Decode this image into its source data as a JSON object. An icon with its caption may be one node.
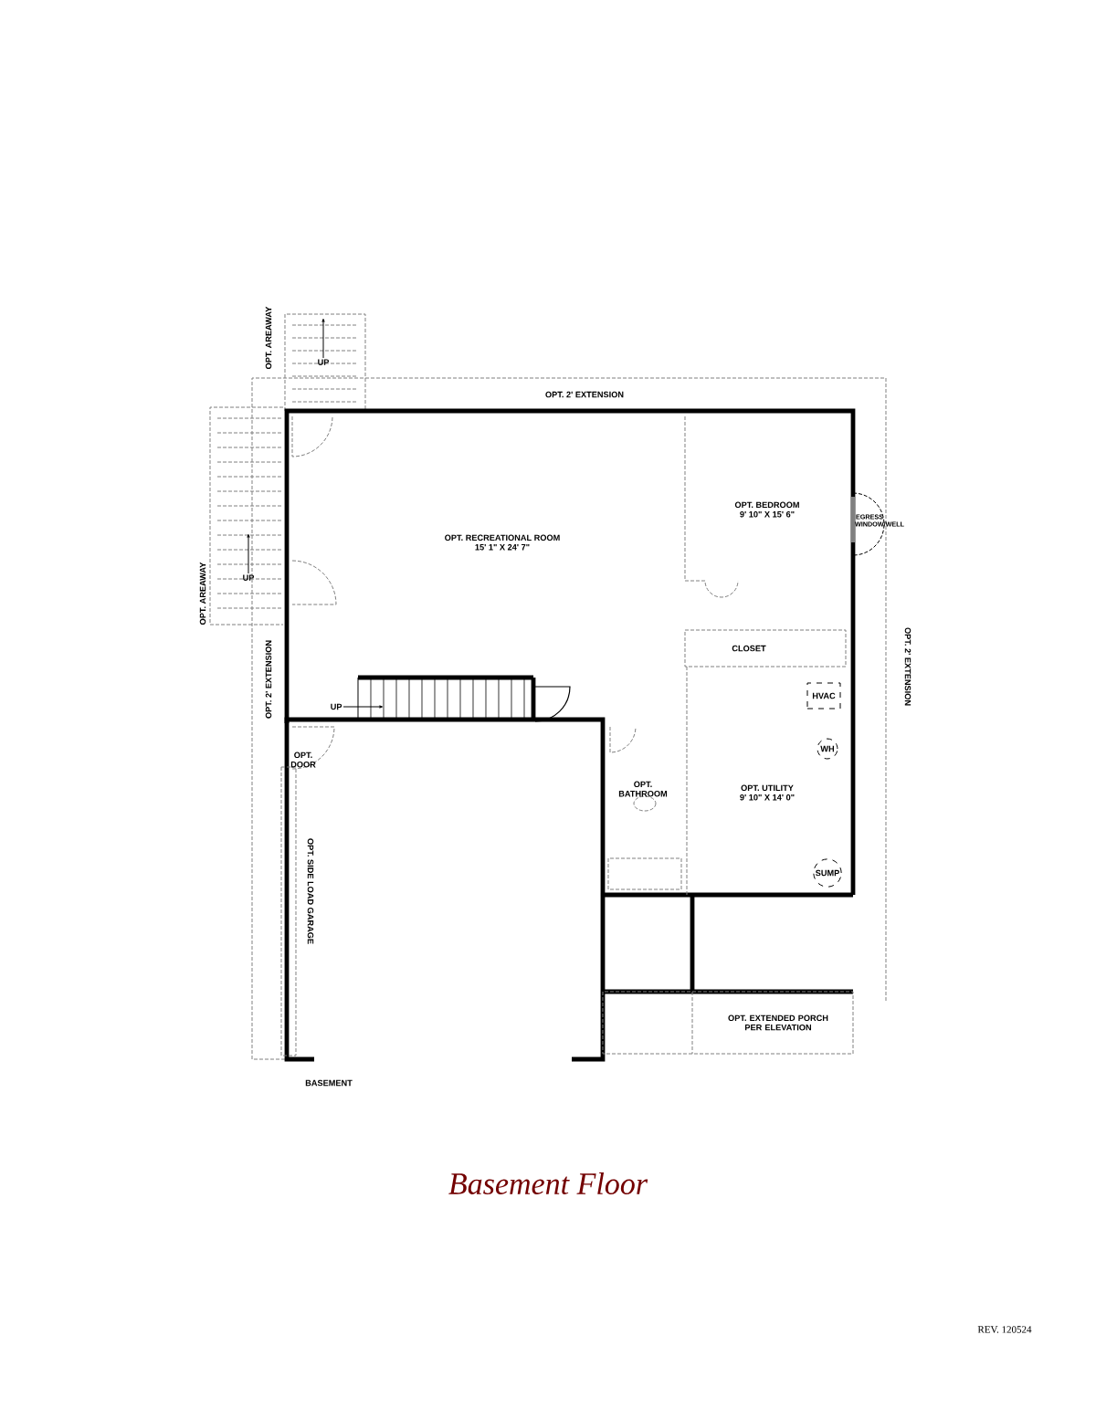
{
  "diagram": {
    "nodes": [
      {
        "text": [
          "OPT. RECREATIONAL ROOM",
          "15' 1\" X 24' 7\""
        ]
      },
      {
        "text": [
          "OPT. BEDROOM",
          "9' 10\" X 15' 6\""
        ]
      },
      {
        "text": [
          "EGRESS WINDOW/WELL"
        ]
      },
      {
        "text": [
          "CLOSET"
        ]
      },
      {
        "text": [
          "HVAC"
        ]
      },
      {
        "text": [
          "WH"
        ]
      },
      {
        "text": [
          "OPT. BATHROOM"
        ]
      },
      {
        "text": [
          "OPT. UTILITY",
          "9' 10\" X 14' 0\""
        ]
      },
      {
        "text": [
          "SUMP"
        ]
      }
    ],
    "labels": [
      "OPT. AREAWAY",
      "UP",
      "OPT. 2' EXTENSION",
      "OPT. AREAWAY",
      "UP",
      "UP",
      "OPT. 2' EXTENSION",
      "OPT. 2' EXTENSION",
      "OPT. DOOR",
      "OPT. SIDE LOAD GARAGE",
      "OPT. EXTENDED PORCH PER ELEVATION",
      "BASEMENT",
      "Basement Floor",
      "REV. 120524"
    ]
  }
}
